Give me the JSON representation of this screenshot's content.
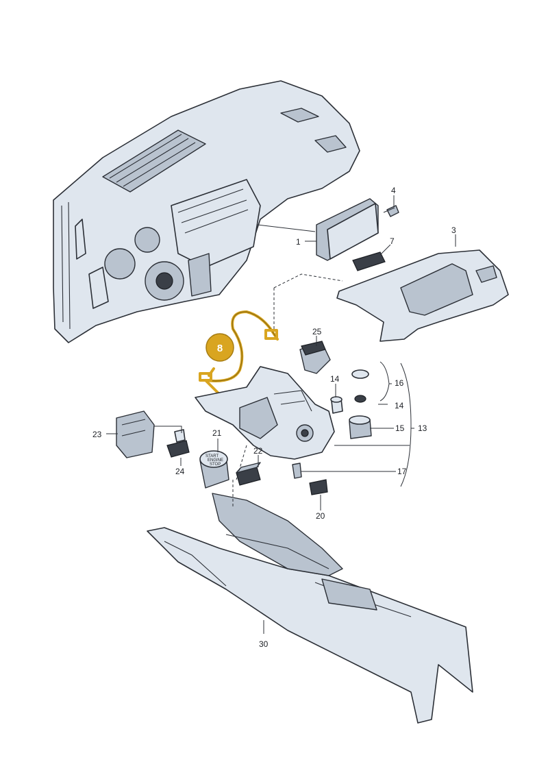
{
  "diagram": {
    "highlighted_part": "8",
    "highlight_color": "#d9a520",
    "part_fill_color": "#dfe6ee",
    "callouts": {
      "p1": "1",
      "p3": "3",
      "p4": "4",
      "p7": "7",
      "p13": "13",
      "p14a": "14",
      "p14b": "14",
      "p15": "15",
      "p16": "16",
      "p17": "17",
      "p20": "20",
      "p21": "21",
      "p22": "22",
      "p23": "23",
      "p24": "24",
      "p25": "25",
      "p30": "30"
    },
    "start_button": {
      "line1": "START",
      "line2": "ENGINE",
      "line3": "STOP"
    }
  }
}
